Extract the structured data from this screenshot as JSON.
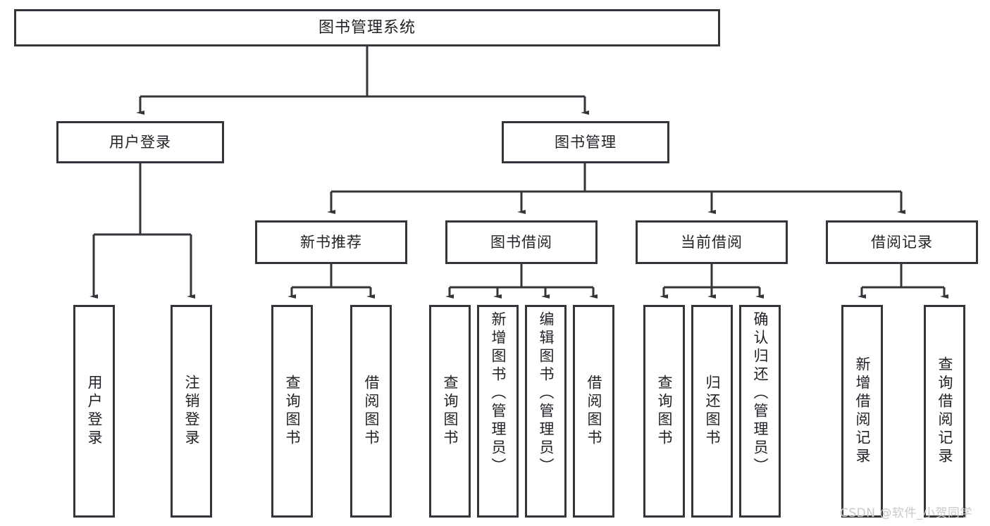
{
  "diagram": {
    "type": "tree",
    "title": "图书管理系统",
    "style": {
      "border_color": "#33363b",
      "background": "#ffffff",
      "text_color": "#1f2226",
      "watermark_color": "#c9c9c9"
    },
    "root": {
      "label": "图书管理系统"
    },
    "level2": [
      {
        "label": "用户登录"
      },
      {
        "label": "图书管理"
      }
    ],
    "level3": [
      {
        "label": "新书推荐"
      },
      {
        "label": "图书借阅"
      },
      {
        "label": "当前借阅"
      },
      {
        "label": "借阅记录"
      }
    ],
    "leaves": {
      "user_login": [
        {
          "label": "用户登录"
        },
        {
          "label": "注销登录"
        }
      ],
      "new_book_recommend": [
        {
          "label": "查询图书"
        },
        {
          "label": "借阅图书"
        }
      ],
      "book_borrow": [
        {
          "label": "查询图书"
        },
        {
          "label": "新增图书（管理员）"
        },
        {
          "label": "编辑图书（管理员）"
        },
        {
          "label": "借阅图书"
        }
      ],
      "current_borrow": [
        {
          "label": "查询图书"
        },
        {
          "label": "归还图书"
        },
        {
          "label": "确认归还（管理员）"
        }
      ],
      "borrow_record": [
        {
          "label": "新增借阅记录"
        },
        {
          "label": "查询借阅记录"
        }
      ]
    },
    "watermark": "CSDN @软件_小贺同学"
  }
}
